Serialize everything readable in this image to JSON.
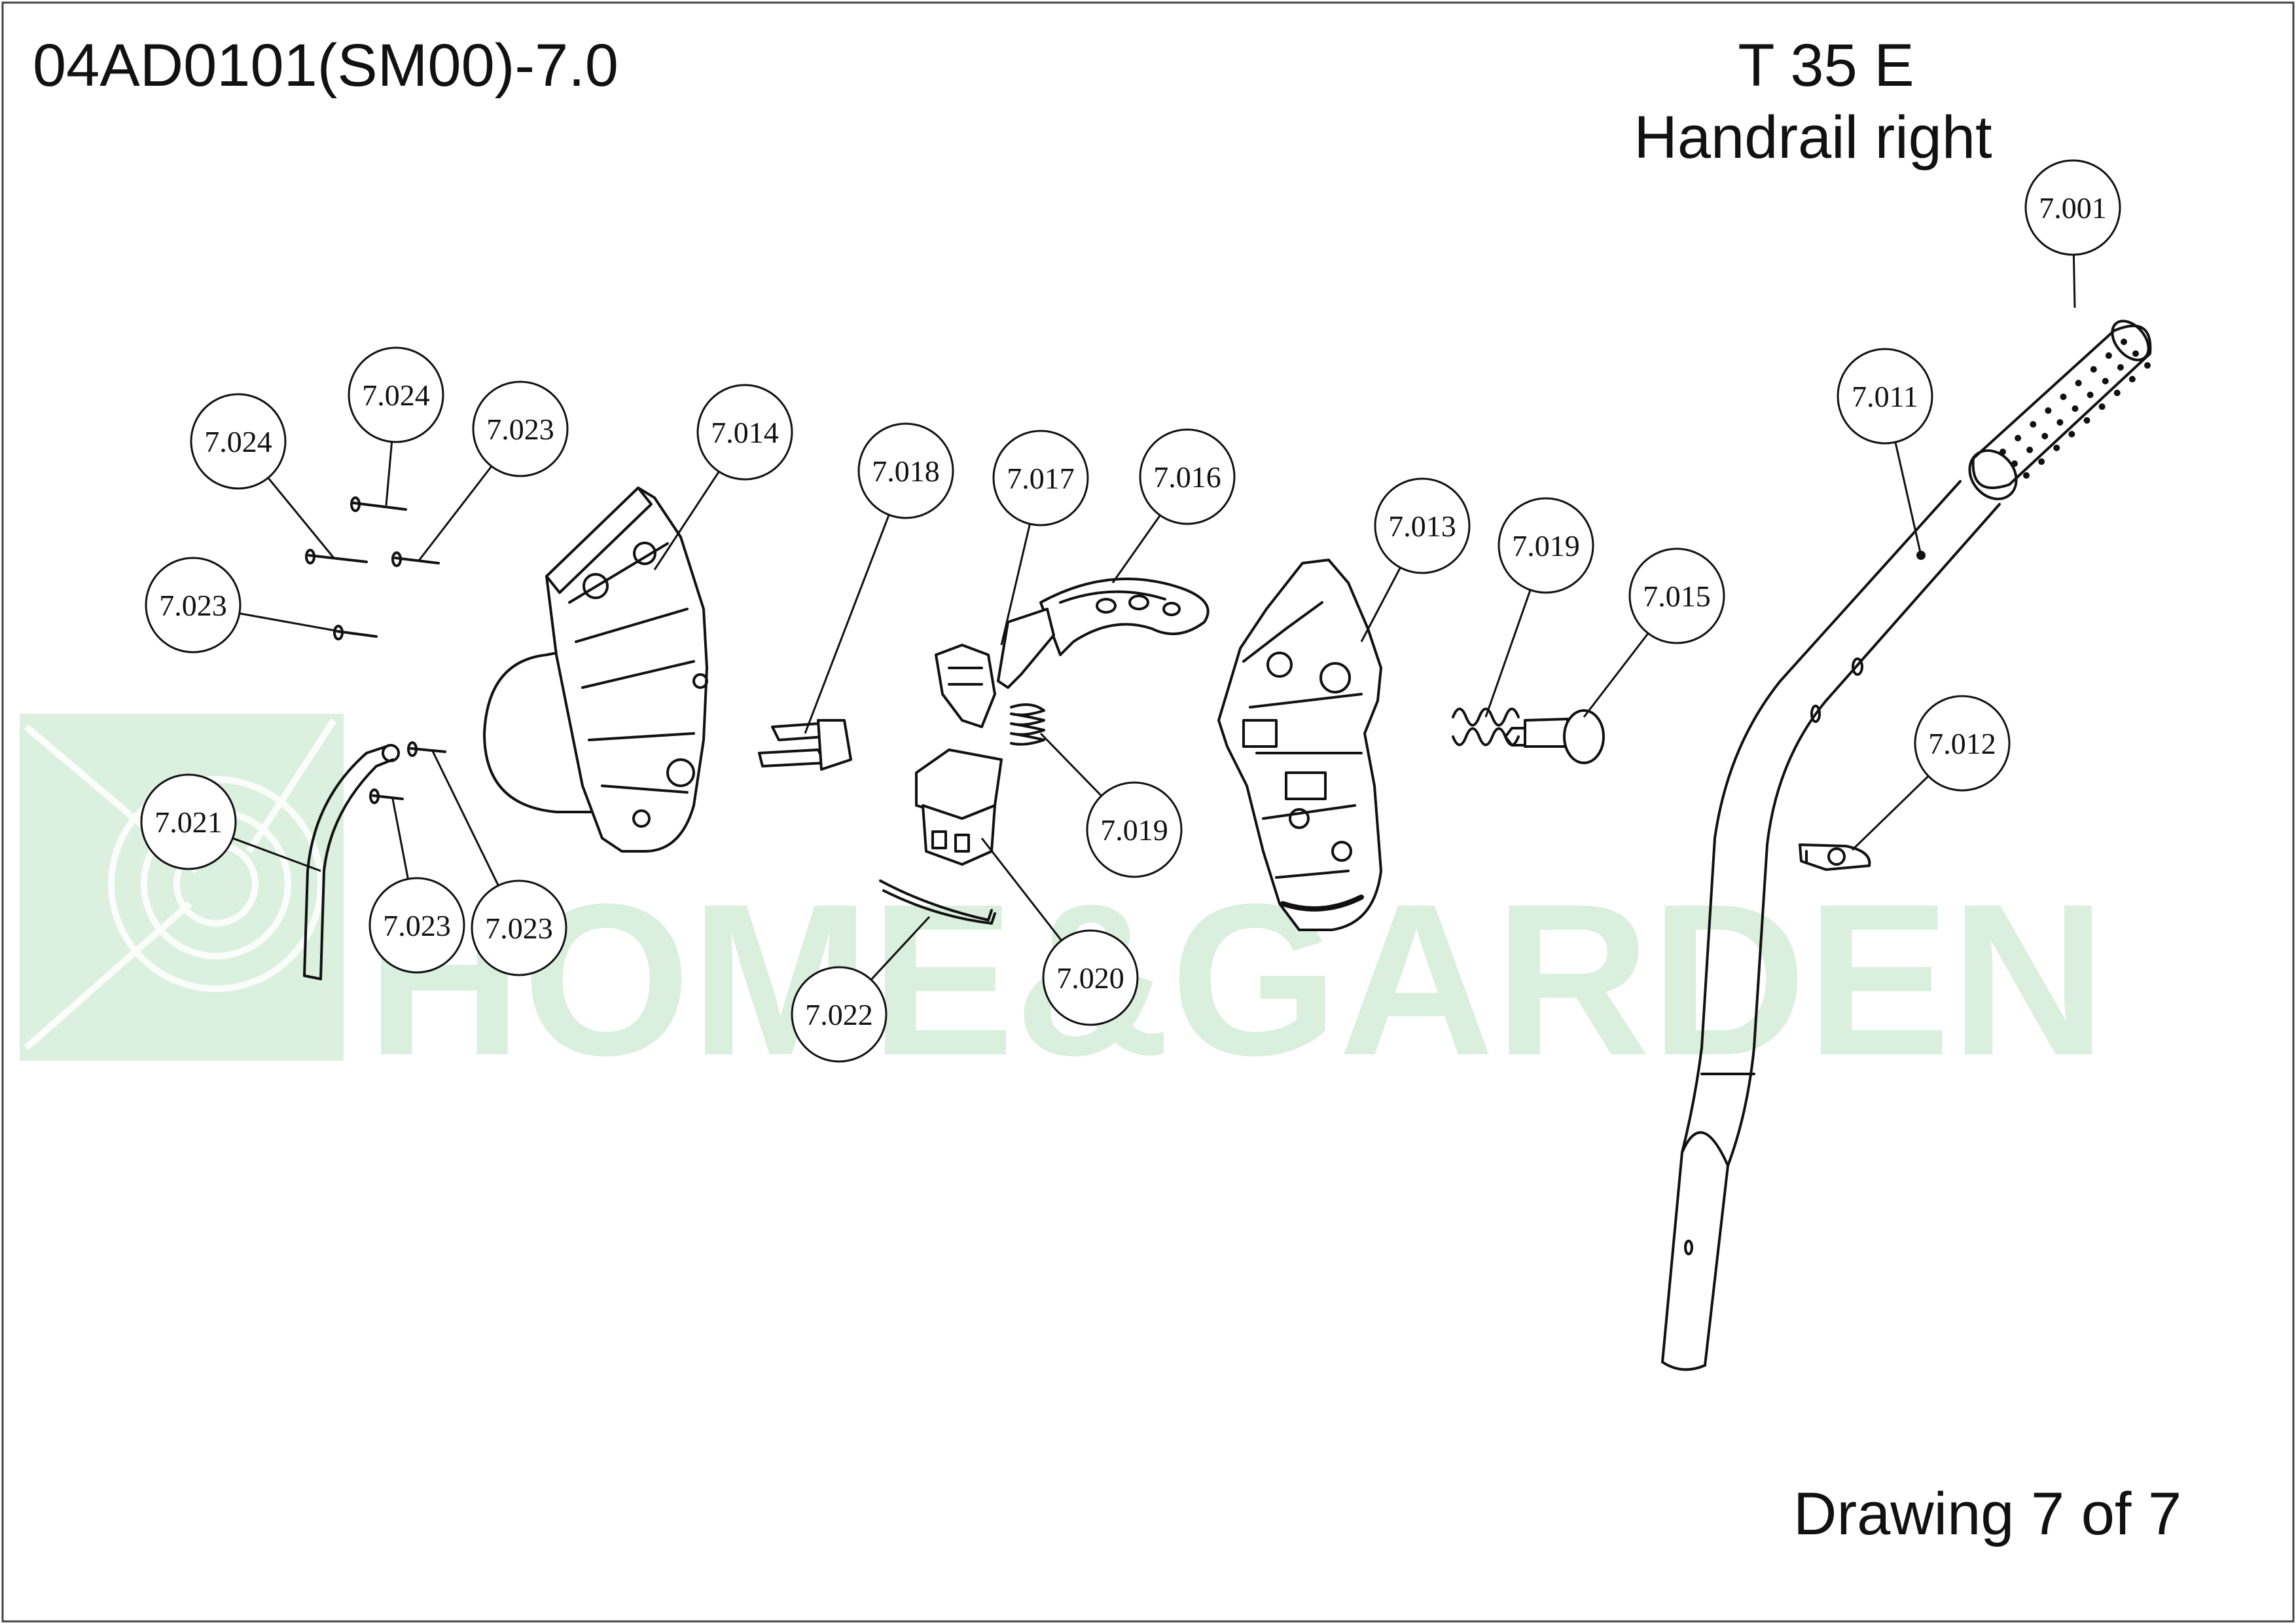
{
  "header": {
    "drawing_number": "04AD0101(SM00)-7.0",
    "model": "T 35 E",
    "assembly": "Handrail right"
  },
  "footer": {
    "sheet": "Drawing 7 of 7"
  },
  "watermark": {
    "text": "HOME&GARDEN",
    "color": "#bfe3c4"
  },
  "colors": {
    "line": "#111111",
    "background": "#ffffff"
  },
  "callouts": [
    {
      "id": "c1",
      "label": "7.001"
    },
    {
      "id": "c2",
      "label": "7.011"
    },
    {
      "id": "c3",
      "label": "7.012"
    },
    {
      "id": "c4",
      "label": "7.013"
    },
    {
      "id": "c5",
      "label": "7.014"
    },
    {
      "id": "c6",
      "label": "7.015"
    },
    {
      "id": "c7",
      "label": "7.016"
    },
    {
      "id": "c8",
      "label": "7.017"
    },
    {
      "id": "c9",
      "label": "7.018"
    },
    {
      "id": "c10",
      "label": "7.019"
    },
    {
      "id": "c11",
      "label": "7.019"
    },
    {
      "id": "c12",
      "label": "7.020"
    },
    {
      "id": "c13",
      "label": "7.021"
    },
    {
      "id": "c14",
      "label": "7.022"
    },
    {
      "id": "c15",
      "label": "7.023"
    },
    {
      "id": "c16",
      "label": "7.023"
    },
    {
      "id": "c17",
      "label": "7.023"
    },
    {
      "id": "c18",
      "label": "7.023"
    },
    {
      "id": "c19",
      "label": "7.024"
    },
    {
      "id": "c20",
      "label": "7.024"
    }
  ]
}
